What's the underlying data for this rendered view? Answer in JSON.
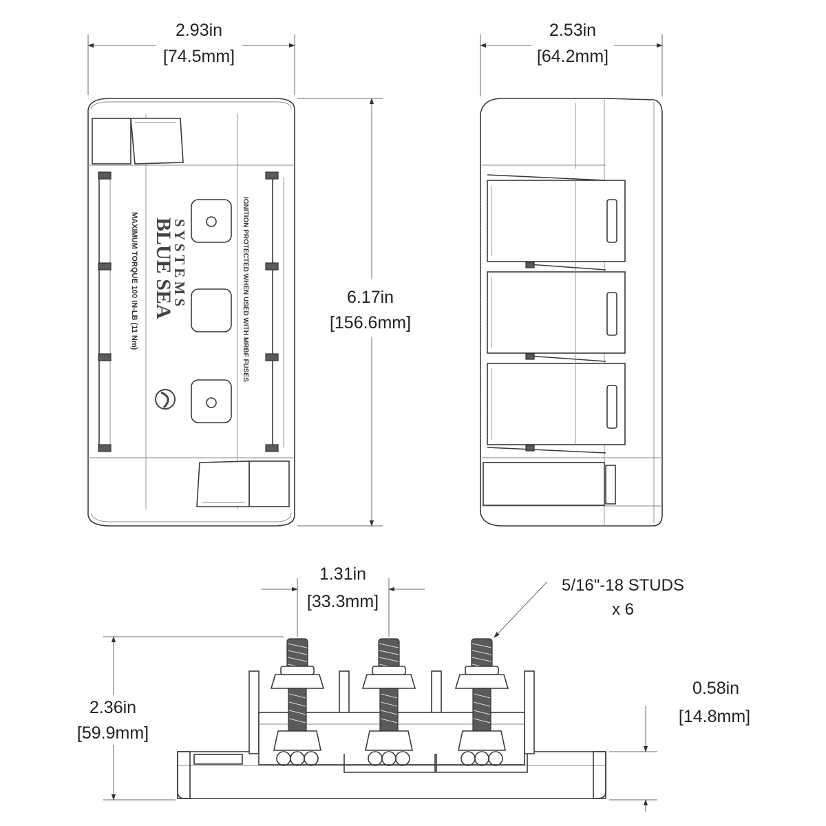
{
  "dimensions": {
    "top_width": {
      "imperial": "2.93in",
      "metric": "[74.5mm]"
    },
    "side_width": {
      "imperial": "2.53in",
      "metric": "[64.2mm]"
    },
    "length": {
      "imperial": "6.17in",
      "metric": "[156.6mm]"
    },
    "stud_spacing": {
      "imperial": "1.31in",
      "metric": "[33.3mm]"
    },
    "height": {
      "imperial": "2.36in",
      "metric": "[59.9mm]"
    },
    "base_height": {
      "imperial": "0.58in",
      "metric": "[14.8mm]"
    }
  },
  "callout": {
    "line1": "5/16\"-18 STUDS",
    "line2": "x 6"
  },
  "cover": {
    "brand_line1": "BLUE SEA",
    "brand_line2": "S Y S T E M S",
    "torque_text": "MAXIMUM TORQUE 100 IN-LB (11 Nm)",
    "ignition_text": "IGNITION PROTECTED WHEN USED WITH MRBF FUSES"
  }
}
